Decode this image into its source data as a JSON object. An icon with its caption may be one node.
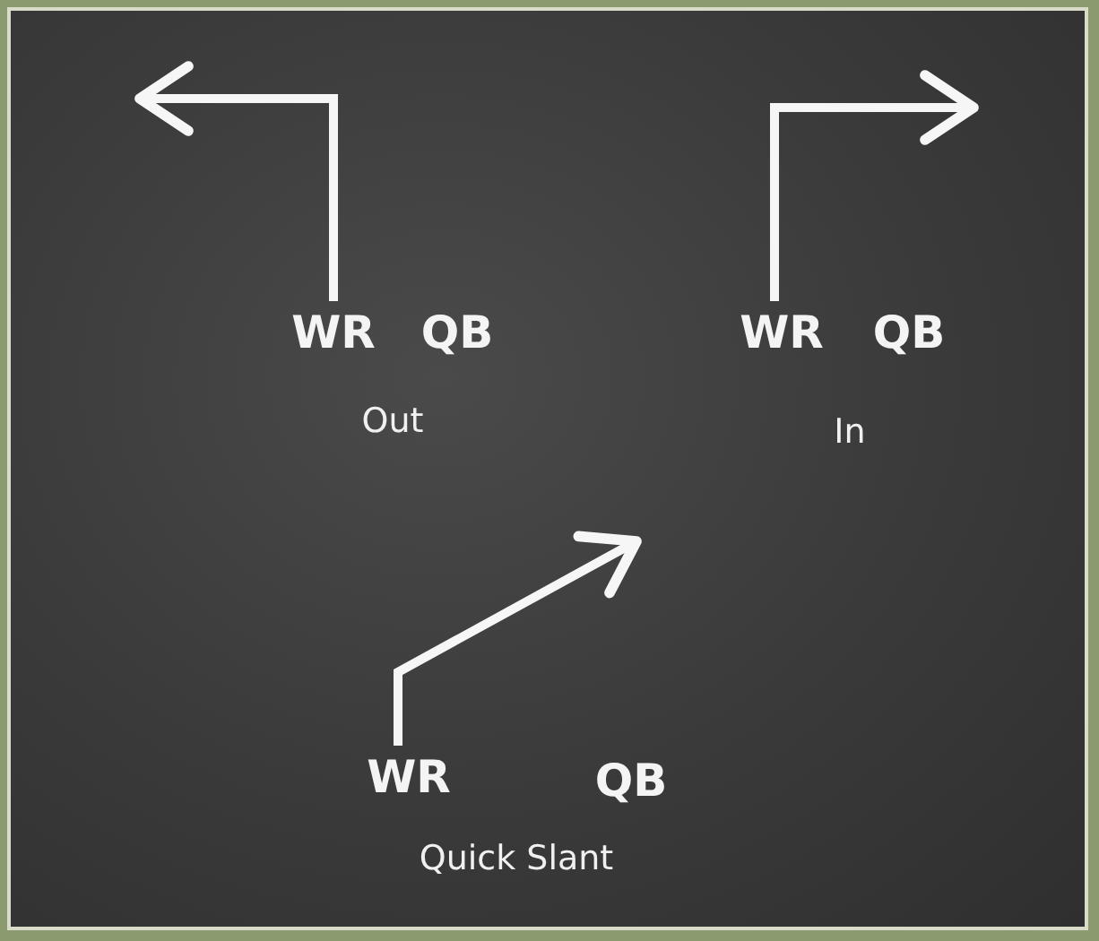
{
  "diagram": {
    "nodes": [
      {
        "text": [
          "WR"
        ]
      },
      {
        "text": [
          "QB"
        ]
      },
      {
        "text": [
          "WR"
        ]
      },
      {
        "text": [
          "QB"
        ]
      },
      {
        "text": [
          "WR"
        ]
      },
      {
        "text": [
          "QB"
        ]
      }
    ],
    "edges": [
      {
        "from": 0,
        "to": null,
        "arrow": "to"
      },
      {
        "from": 2,
        "to": null,
        "arrow": "to"
      },
      {
        "from": 4,
        "to": null,
        "arrow": "to"
      }
    ],
    "labels": [
      "Out",
      "In",
      "Quick Slant"
    ]
  }
}
